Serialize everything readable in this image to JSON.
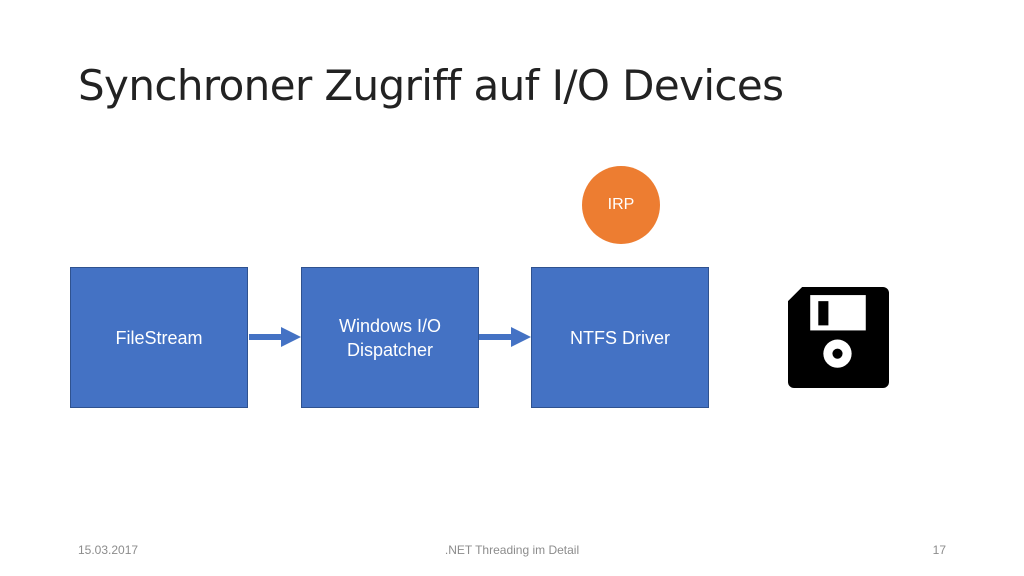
{
  "slide": {
    "title": "Synchroner Zugriff auf I/O Devices"
  },
  "diagram": {
    "boxes": [
      {
        "label": "FileStream"
      },
      {
        "label": "Windows I/O Dispatcher"
      },
      {
        "label": "NTFS Driver"
      }
    ],
    "irp_label": "IRP",
    "device_icon": "floppy-disk-icon",
    "colors": {
      "box_fill": "#4472c4",
      "box_border": "#2f528f",
      "arrow": "#4472c4",
      "irp_fill": "#ed7d31",
      "icon": "#000000"
    }
  },
  "footer": {
    "date": "15.03.2017",
    "title": ".NET Threading im Detail",
    "page": "17"
  }
}
